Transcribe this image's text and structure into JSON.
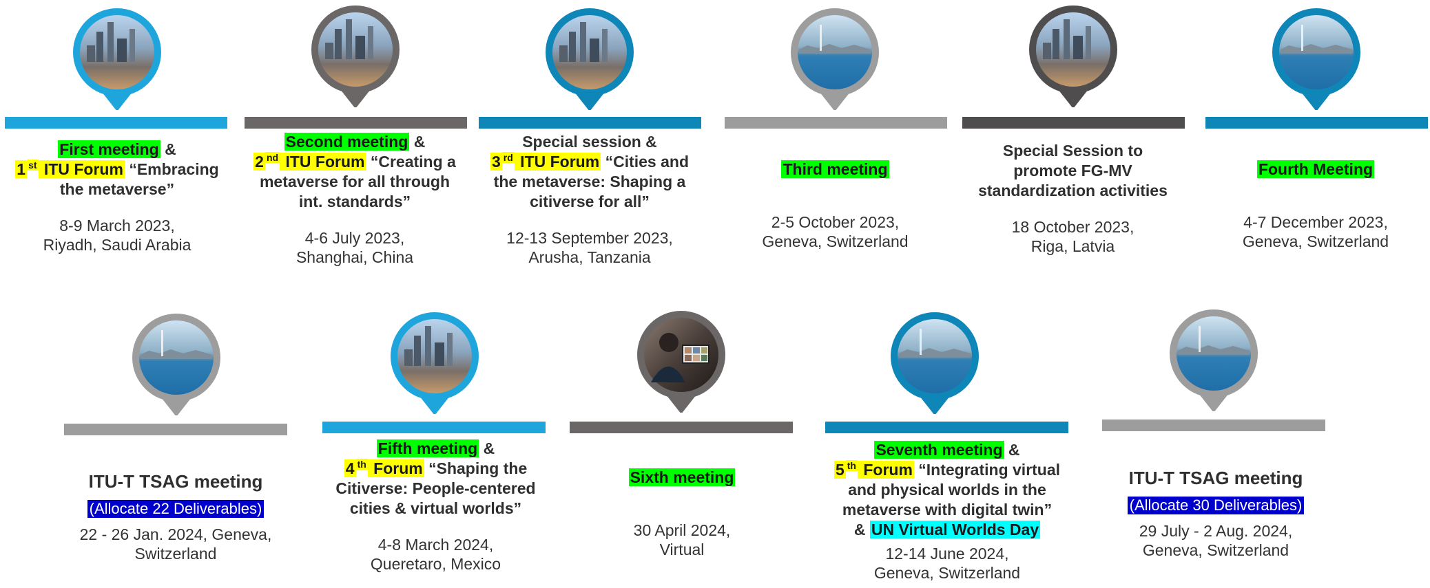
{
  "colors": {
    "light_blue": "#1ea6dc",
    "dark_blue": "#0e86b8",
    "dark_gray": "#6b6767",
    "mid_gray": "#9d9d9d",
    "charcoal": "#4f4d4d",
    "highlight_green": "#00ff00",
    "highlight_yellow": "#ffff00",
    "highlight_cyan": "#00ffff",
    "badge_blue": "#0000cc"
  },
  "events": [
    {
      "pin_icon": "city-photo-icon",
      "title_parts": [
        [
          "First meeting",
          "green"
        ],
        [
          " &",
          ""
        ]
      ],
      "title2_parts": [
        [
          "1",
          "yellow"
        ],
        [
          "st",
          "yellow-sup"
        ],
        [
          " ITU Forum",
          "yellow"
        ],
        [
          " “Embracing",
          ""
        ]
      ],
      "title3": "the metaverse”",
      "date": "8-9 March 2023,",
      "location": "Riyadh, Saudi Arabia"
    },
    {
      "pin_icon": "city-photo-icon",
      "title_parts": [
        [
          "Second meeting",
          "green"
        ],
        [
          " &",
          ""
        ]
      ],
      "title2_parts": [
        [
          "2",
          "yellow"
        ],
        [
          "nd",
          "yellow-sup"
        ],
        [
          " ITU Forum",
          "yellow"
        ],
        [
          " “Creating a",
          ""
        ]
      ],
      "title3": "metaverse for all through",
      "title4": "int. standards”",
      "date": "4-6 July 2023,",
      "location": "Shanghai, China"
    },
    {
      "pin_icon": "city-photo-icon",
      "title1": "Special session &",
      "title2_parts": [
        [
          "3",
          "yellow"
        ],
        [
          "rd",
          "yellow-sup"
        ],
        [
          " ITU Forum",
          "yellow"
        ],
        [
          " “Cities and",
          ""
        ]
      ],
      "title3": "the metaverse: Shaping a",
      "title4": "citiverse for all”",
      "date": "12-13 September 2023,",
      "location": "Arusha, Tanzania"
    },
    {
      "pin_icon": "lake-photo-icon",
      "title": "Third meeting",
      "date": "2-5 October 2023,",
      "location": "Geneva, Switzerland"
    },
    {
      "pin_icon": "city-photo-icon",
      "title1": "Special Session to",
      "title2": "promote FG-MV",
      "title3": "standardization activities",
      "date": "18 October 2023,",
      "location": "Riga, Latvia"
    },
    {
      "pin_icon": "lake-photo-icon",
      "title": "Fourth Meeting",
      "date": "4-7 December 2023,",
      "location": "Geneva, Switzerland"
    },
    {
      "pin_icon": "lake-photo-icon",
      "title": "ITU-T TSAG meeting",
      "badge": "(Allocate 22 Deliverables)",
      "date": "22 - 26 Jan. 2024, Geneva,",
      "location": "Switzerland"
    },
    {
      "pin_icon": "city-photo-icon",
      "title_parts": [
        [
          "Fifth meeting",
          "green"
        ],
        [
          " &",
          ""
        ]
      ],
      "title2_parts": [
        [
          "4",
          "yellow"
        ],
        [
          "th",
          "yellow-sup"
        ],
        [
          " Forum",
          "yellow"
        ],
        [
          " “Shaping the",
          ""
        ]
      ],
      "title3": "Citiverse: People-centered",
      "title4": "cities & virtual worlds”",
      "date": "4-8 March 2024,",
      "location": "Queretaro, Mexico"
    },
    {
      "pin_icon": "video-call-photo-icon",
      "title": "Sixth meeting",
      "date": "30 April 2024,",
      "location": "Virtual"
    },
    {
      "pin_icon": "lake-photo-icon",
      "title_parts": [
        [
          "Seventh meeting",
          "green"
        ],
        [
          " &",
          ""
        ]
      ],
      "title2_parts": [
        [
          "5",
          "yellow"
        ],
        [
          "th",
          "yellow-sup"
        ],
        [
          " Forum",
          "yellow"
        ],
        [
          " “Integrating virtual",
          ""
        ]
      ],
      "title3": "and physical worlds in the",
      "title4": "metaverse with digital twin”",
      "title5_parts": [
        [
          "& ",
          ""
        ],
        [
          "UN Virtual Worlds Day",
          "cyan"
        ]
      ],
      "date": "12-14 June 2024,",
      "location": "Geneva, Switzerland"
    },
    {
      "pin_icon": "lake-photo-icon",
      "title": "ITU-T TSAG meeting",
      "badge": "(Allocate 30 Deliverables)",
      "date": "29 July - 2 Aug. 2024,",
      "location": "Geneva, Switzerland"
    }
  ]
}
